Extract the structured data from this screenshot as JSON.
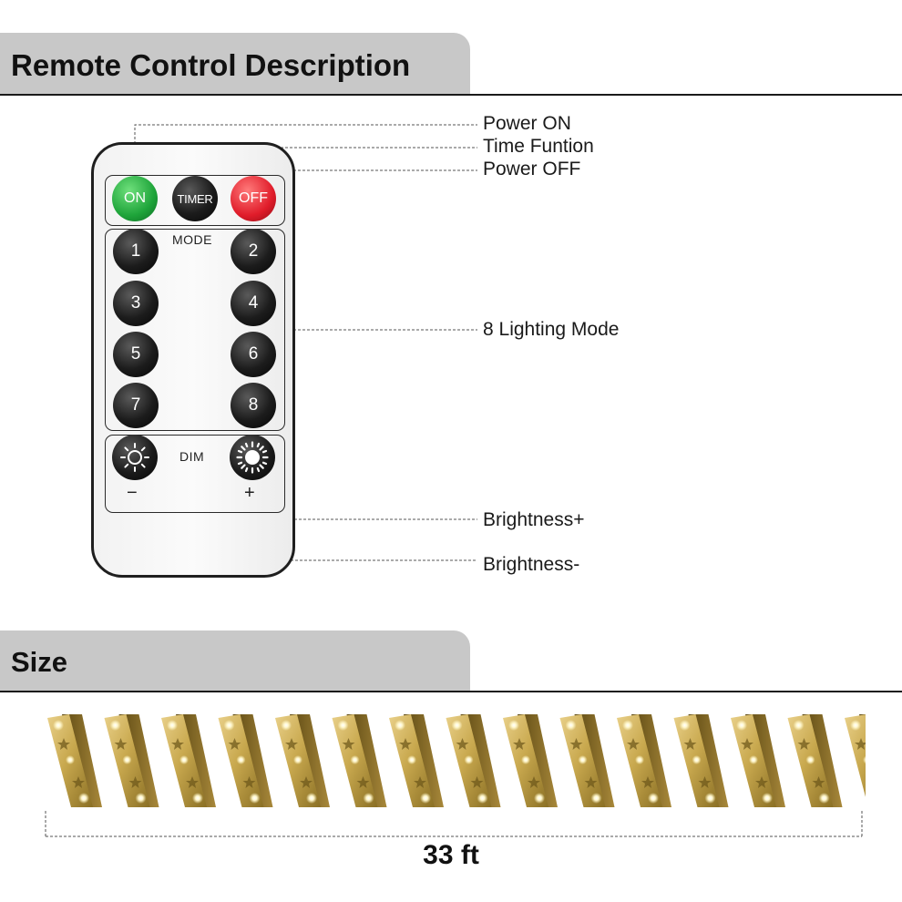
{
  "sections": {
    "remote_title": "Remote Control Description",
    "size_title": "Size"
  },
  "callouts": {
    "power_on": "Power ON",
    "time_function": "Time Funtion",
    "power_off": "Power OFF",
    "lighting_mode": "8 Lighting Mode",
    "brightness_plus": "Brightness+",
    "brightness_minus": "Brightness-"
  },
  "remote": {
    "on_label": "ON",
    "timer_label": "TIMER",
    "off_label": "OFF",
    "mode_label": "MODE",
    "dim_label": "DIM",
    "minus_sign": "−",
    "plus_sign": "+",
    "mode_buttons": [
      "1",
      "2",
      "3",
      "4",
      "5",
      "6",
      "7",
      "8"
    ],
    "colors": {
      "on": "#1ea43a",
      "off": "#e01c2a",
      "dark": "#1c1c1c"
    }
  },
  "size": {
    "length": "33 ft"
  },
  "icons": [
    "sun-dim-icon",
    "sun-bright-icon"
  ]
}
